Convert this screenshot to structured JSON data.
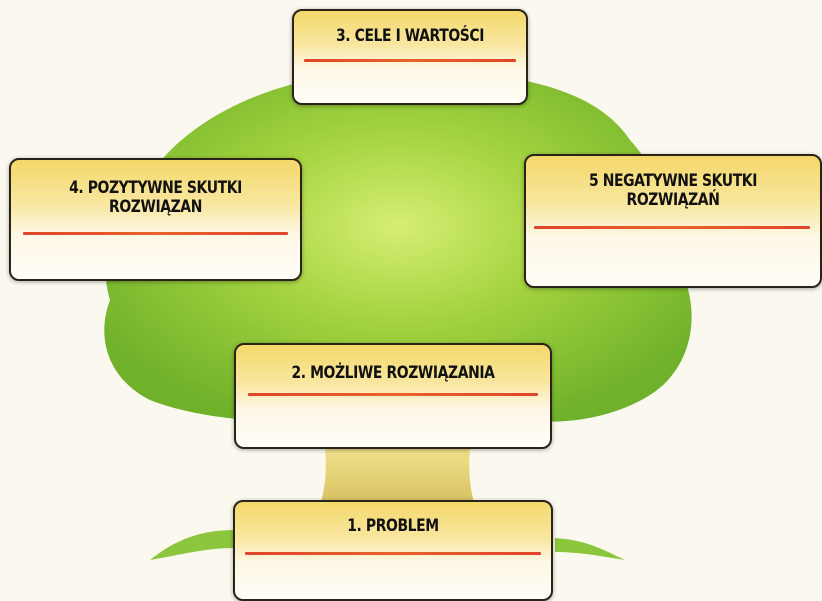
{
  "diagram": {
    "boxes": {
      "cele": "3. CELE I WARTOŚCI",
      "pozytywne": "4. POZYTYWNE SKUTKI\nROZWIĄZAN",
      "negatywne": "5 NEGATYWNE SKUTKI\nROZWIĄZAŃ",
      "mozliwe": "2. MOŻLIWE ROZWIĄZANIA",
      "problem": "1. PROBLEM"
    },
    "colors": {
      "canopy": "#7fc12e",
      "canopy_light": "#c9e75f",
      "trunk": "#e7d36a",
      "box_fill_top": "#f4d86a",
      "box_border": "#2a2418",
      "underline": "#e0452b"
    }
  }
}
